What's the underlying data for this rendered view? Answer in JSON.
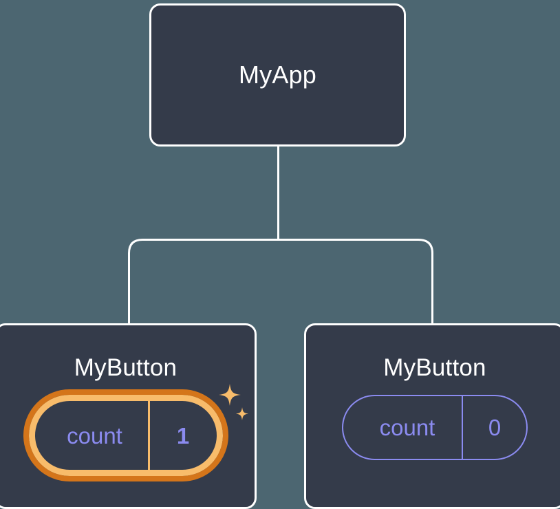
{
  "diagram": {
    "type": "component-tree",
    "background_color": "#4c6671",
    "node_fill_color": "#343b4a",
    "node_border_color": "#ffffff",
    "connector_color": "#ffffff",
    "state_color": "#8b8bf0",
    "highlight_inner_color": "#f8bc6b",
    "highlight_outer_color": "#d4751a",
    "sparkle_color": "#f8bc6b"
  },
  "root": {
    "title": "MyApp"
  },
  "children": [
    {
      "title": "MyButton",
      "state": {
        "key": "count",
        "value": "1"
      },
      "highlighted": true,
      "sparkle_icons": [
        "sparkle-large-icon",
        "sparkle-small-icon"
      ]
    },
    {
      "title": "MyButton",
      "state": {
        "key": "count",
        "value": "0"
      },
      "highlighted": false
    }
  ]
}
